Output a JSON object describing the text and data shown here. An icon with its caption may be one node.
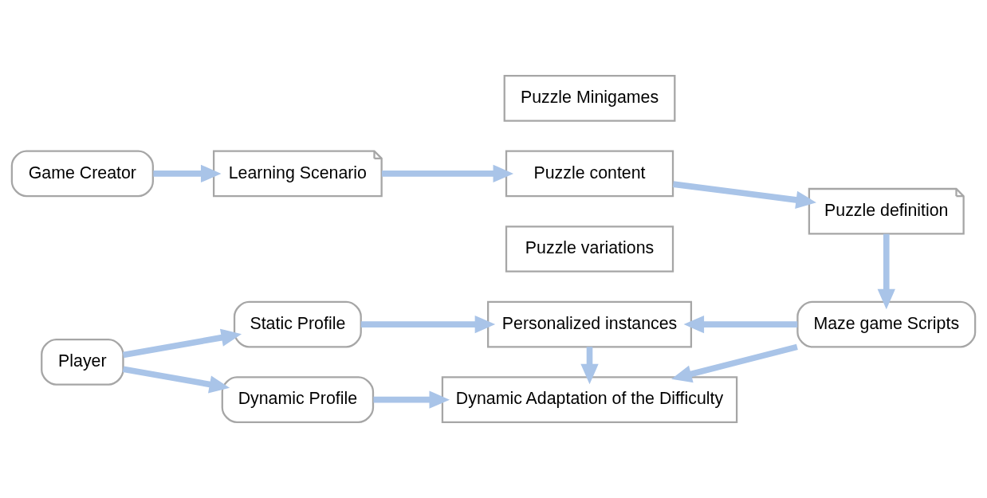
{
  "diagram": {
    "nodes": [
      {
        "text": [
          "Game Creator"
        ]
      },
      {
        "text": [
          "Learning Scenario"
        ]
      },
      {
        "text": [
          "Puzzle Minigames"
        ]
      },
      {
        "text": [
          "Puzzle content"
        ]
      },
      {
        "text": [
          "Puzzle variations"
        ]
      },
      {
        "text": [
          "Puzzle definition"
        ]
      },
      {
        "text": [
          "Player"
        ]
      },
      {
        "text": [
          "Static Profile"
        ]
      },
      {
        "text": [
          "Dynamic Profile"
        ]
      },
      {
        "text": [
          "Personalized instances"
        ]
      },
      {
        "text": [
          "Dynamic Adaptation of the Difficulty"
        ]
      },
      {
        "text": [
          "Maze game Scripts"
        ]
      }
    ],
    "edges": [
      {
        "from": 0,
        "to": 1,
        "arrow": "to"
      },
      {
        "from": 1,
        "to": 3,
        "arrow": "to"
      },
      {
        "from": 3,
        "to": 5,
        "arrow": "to"
      },
      {
        "from": 5,
        "to": 11,
        "arrow": "to"
      },
      {
        "from": 6,
        "to": 7,
        "arrow": "to"
      },
      {
        "from": 6,
        "to": 8,
        "arrow": "to"
      },
      {
        "from": 7,
        "to": 9,
        "arrow": "to"
      },
      {
        "from": 11,
        "to": 9,
        "arrow": "to"
      },
      {
        "from": 9,
        "to": 10,
        "arrow": "to"
      },
      {
        "from": 8,
        "to": 10,
        "arrow": "to"
      },
      {
        "from": 11,
        "to": 10,
        "arrow": "to"
      }
    ]
  }
}
